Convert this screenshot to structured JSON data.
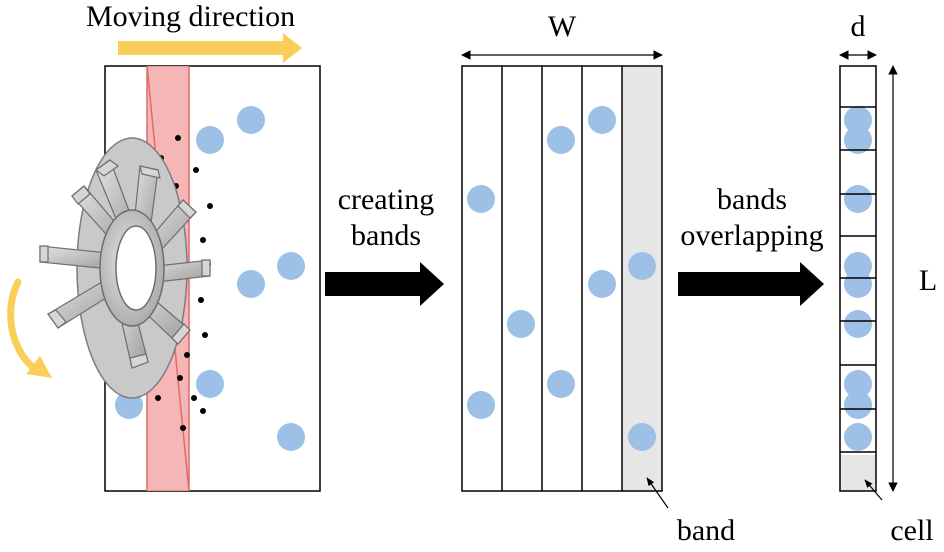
{
  "labels": {
    "moving_direction": "Moving direction",
    "creating_line1": "creating",
    "creating_line2": "bands",
    "overlap_line1": "bands",
    "overlap_line2": "overlapping",
    "width": "W",
    "cell_width": "d",
    "length": "L",
    "band": "band",
    "cell": "cell"
  },
  "colors": {
    "particle": "#9dc0e6",
    "laser_fill": "#f4a9a9",
    "laser_edge": "#e06a6a",
    "direction_arrow": "#f9cf5a",
    "band_highlight": "#e6e6e6"
  },
  "icons": {
    "nozzle": "rotating-nozzle-icon",
    "rotation": "curved-rotation-arrow-icon"
  }
}
